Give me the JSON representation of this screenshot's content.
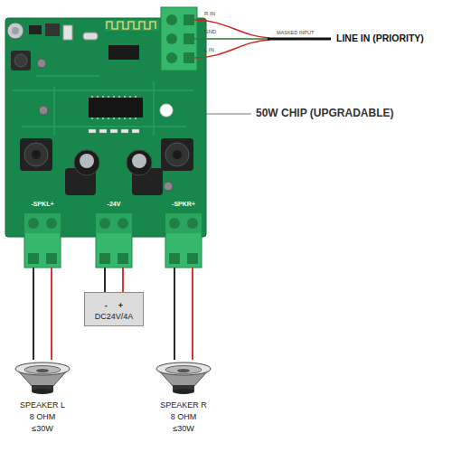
{
  "diagram": {
    "nodes": [
      {
        "text": [
          "-SPKL+"
        ]
      },
      {
        "text": [
          "-24V"
        ]
      },
      {
        "text": [
          "-SPKR+"
        ]
      },
      {
        "text": [
          "-",
          "+",
          "DC24V/4A"
        ]
      },
      {
        "text": [
          "SPEAKER L",
          "8 OHM ≤30W"
        ]
      },
      {
        "text": [
          "SPEAKER R",
          "8 OHM ≤30W"
        ]
      }
    ],
    "edges": [
      {
        "from": 0,
        "to": 4,
        "arrow": "none"
      },
      {
        "from": 1,
        "to": 3,
        "arrow": "none"
      },
      {
        "from": 2,
        "to": 5,
        "arrow": "none"
      }
    ],
    "labels": [
      "R IN",
      "GND",
      "L IN",
      "MASKED INPUT",
      "LINE IN (PRIORITY)",
      "50W CHIP (UPGRADABLE)"
    ]
  }
}
